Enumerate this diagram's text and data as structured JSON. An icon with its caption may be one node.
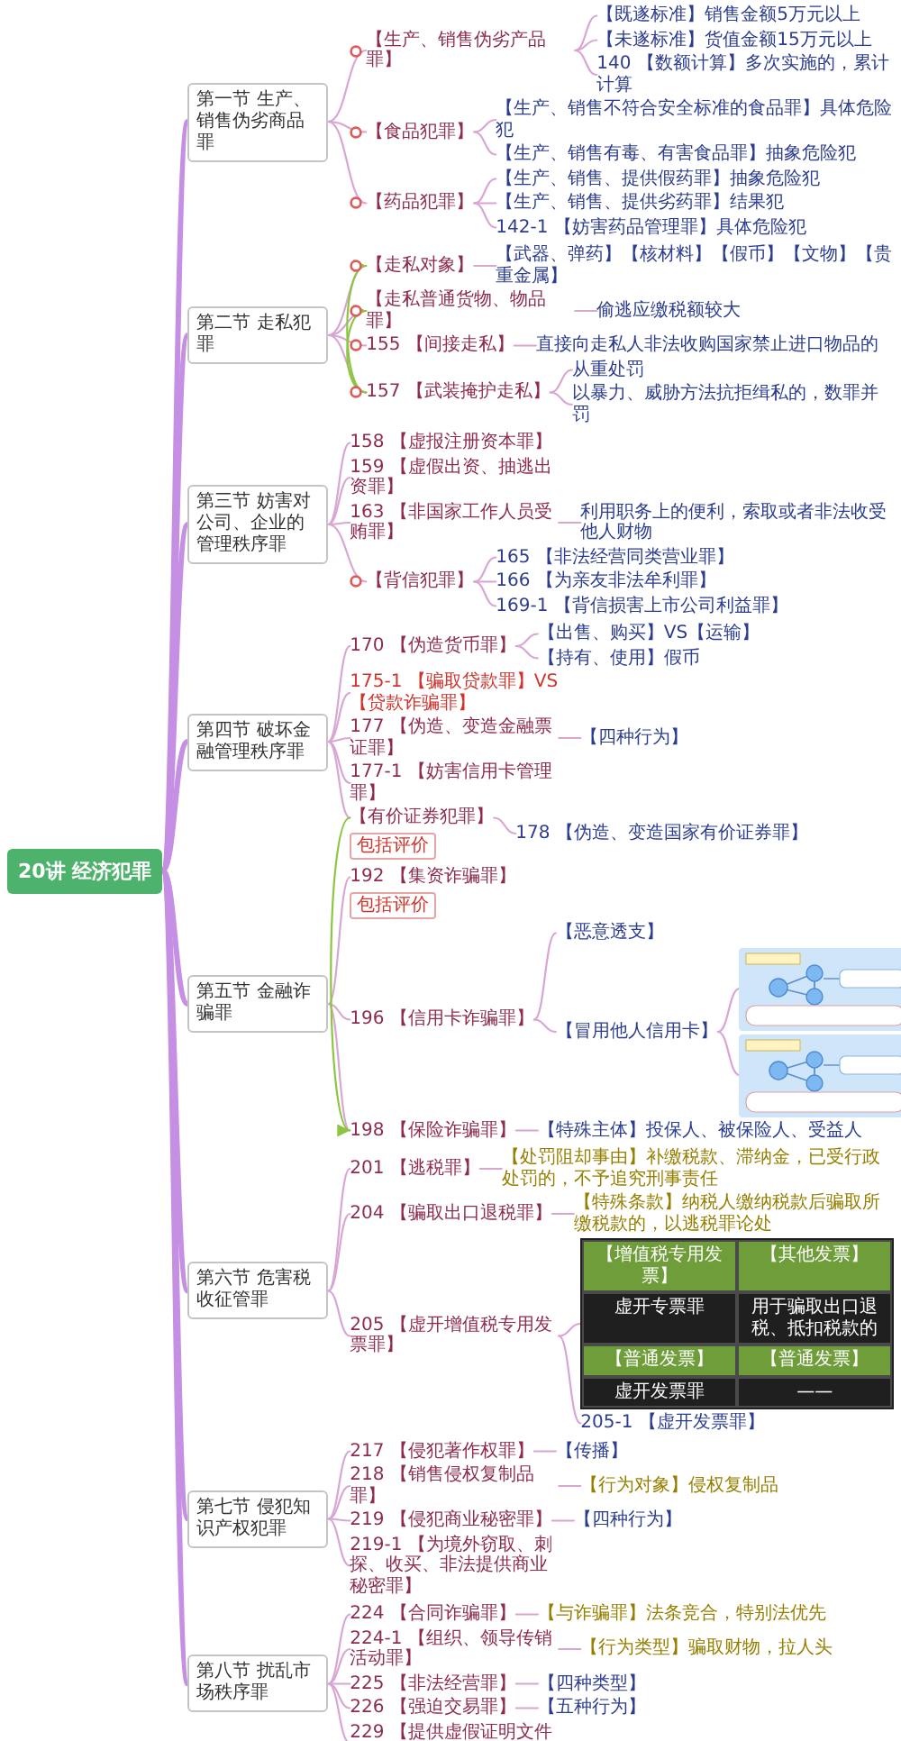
{
  "diagram": {
    "nodes": [
      {
        "text": [
          "20讲 经济犯罪"
        ]
      },
      {
        "text": [
          "第一节 生产、销售伪劣商品罪"
        ]
      },
      {
        "text": [
          "【生产、销售伪劣产品罪】"
        ]
      },
      {
        "text": [
          "【既遂标准】销售金额5万元以上"
        ]
      },
      {
        "text": [
          "【未遂标准】货值金额15万元以上"
        ]
      },
      {
        "text": [
          "140 【数额计算】多次实施的，累计计算"
        ]
      },
      {
        "text": [
          "【食品犯罪】"
        ]
      },
      {
        "text": [
          "【生产、销售不符合安全标准的食品罪】具体危险犯"
        ]
      },
      {
        "text": [
          "【生产、销售有毒、有害食品罪】抽象危险犯"
        ]
      },
      {
        "text": [
          "【药品犯罪】"
        ]
      },
      {
        "text": [
          "【生产、销售、提供假药罪】抽象危险犯"
        ]
      },
      {
        "text": [
          "【生产、销售、提供劣药罪】结果犯"
        ]
      },
      {
        "text": [
          "142-1 【妨害药品管理罪】具体危险犯"
        ]
      },
      {
        "text": [
          "第二节 走私犯罪"
        ]
      },
      {
        "text": [
          "【走私对象】"
        ]
      },
      {
        "text": [
          "【武器、弹药】【核材料】【假币】【文物】【贵重金属】"
        ]
      },
      {
        "text": [
          "【走私普通货物、物品罪】"
        ]
      },
      {
        "text": [
          "偷逃应缴税额较大"
        ]
      },
      {
        "text": [
          "155 【间接走私】"
        ]
      },
      {
        "text": [
          "直接向走私人非法收购国家禁止进口物品的"
        ]
      },
      {
        "text": [
          "157 【武装掩护走私】"
        ]
      },
      {
        "text": [
          "从重处罚"
        ]
      },
      {
        "text": [
          "以暴力、威胁方法抗拒缉私的，数罪并罚"
        ]
      },
      {
        "text": [
          "第三节 妨害对公司、企业的管理秩序罪"
        ]
      },
      {
        "text": [
          "158 【虚报注册资本罪】"
        ]
      },
      {
        "text": [
          "159 【虚假出资、抽逃出资罪】"
        ]
      },
      {
        "text": [
          "163 【非国家工作人员受贿罪】"
        ]
      },
      {
        "text": [
          "利用职务上的便利，索取或者非法收受他人财物"
        ]
      },
      {
        "text": [
          "【背信犯罪】"
        ]
      },
      {
        "text": [
          "165 【非法经营同类营业罪】"
        ]
      },
      {
        "text": [
          "166 【为亲友非法牟利罪】"
        ]
      },
      {
        "text": [
          "169-1 【背信损害上市公司利益罪】"
        ]
      },
      {
        "text": [
          "第四节 破坏金融管理秩序罪"
        ]
      },
      {
        "text": [
          "170 【伪造货币罪】"
        ]
      },
      {
        "text": [
          "【出售、购买】VS【运输】"
        ]
      },
      {
        "text": [
          "【持有、使用】假币"
        ]
      },
      {
        "text": [
          "175-1 【骗取贷款罪】VS【贷款诈骗罪】"
        ]
      },
      {
        "text": [
          "177 【伪造、变造金融票证罪】"
        ]
      },
      {
        "text": [
          "【四种行为】"
        ]
      },
      {
        "text": [
          "177-1 【妨害信用卡管理罪】"
        ]
      },
      {
        "text": [
          "【有价证券犯罪】"
        ],
        "beside": [
          "包括评价"
        ]
      },
      {
        "text": [
          "178 【伪造、变造国家有价证券罪】"
        ]
      },
      {
        "text": [
          "第五节 金融诈骗罪"
        ]
      },
      {
        "text": [
          "192 【集资诈骗罪】"
        ],
        "beside": [
          "包括评价"
        ]
      },
      {
        "text": [
          "196 【信用卡诈骗罪】"
        ]
      },
      {
        "text": [
          "【恶意透支】"
        ]
      },
      {
        "text": [
          "【冒用他人信用卡】"
        ]
      },
      {
        "text": [],
        "shape": "picture"
      },
      {
        "text": [],
        "shape": "picture"
      },
      {
        "text": [
          "198 【保险诈骗罪】"
        ]
      },
      {
        "text": [
          "【特殊主体】投保人、被保险人、受益人"
        ]
      },
      {
        "text": [
          "第六节 危害税收征管罪"
        ]
      },
      {
        "text": [
          "201 【逃税罪】"
        ]
      },
      {
        "text": [
          "【处罚阻却事由】补缴税款、滞纳金，已受行政处罚的，不予追究刑事责任"
        ]
      },
      {
        "text": [
          "204 【骗取出口退税罪】"
        ]
      },
      {
        "text": [
          "【特殊条款】纳税人缴纳税款后骗取所缴税款的，以逃税罪论处"
        ]
      },
      {
        "text": [
          "205 【虚开增值税专用发票罪】"
        ]
      },
      {
        "text": [
          "【增值税专用发票】",
          "【其他发票】",
          "虚开专票罪",
          "用于骗取出口退税、抵扣税款的",
          "【普通发票】",
          "【普通发票】",
          "虚开发票罪",
          "——"
        ]
      },
      {
        "text": [
          "205-1 【虚开发票罪】"
        ]
      },
      {
        "text": [
          "第七节 侵犯知识产权犯罪"
        ]
      },
      {
        "text": [
          "217 【侵犯著作权罪】"
        ]
      },
      {
        "text": [
          "【传播】"
        ]
      },
      {
        "text": [
          "218 【销售侵权复制品罪】"
        ]
      },
      {
        "text": [
          "【行为对象】侵权复制品"
        ]
      },
      {
        "text": [
          "219 【侵犯商业秘密罪】"
        ]
      },
      {
        "text": [
          "【四种行为】"
        ]
      },
      {
        "text": [
          "219-1 【为境外窃取、刺探、收买、非法提供商业秘密罪】"
        ]
      },
      {
        "text": [
          "第八节 扰乱市场秩序罪"
        ]
      },
      {
        "text": [
          "224 【合同诈骗罪】"
        ]
      },
      {
        "text": [
          "【与诈骗罪】法条竞合，特别法优先"
        ]
      },
      {
        "text": [
          "224-1 【组织、领导传销活动罪】"
        ]
      },
      {
        "text": [
          "【行为类型】骗取财物，拉人头"
        ]
      },
      {
        "text": [
          "225 【非法经营罪】"
        ]
      },
      {
        "text": [
          "【四种类型】"
        ]
      },
      {
        "text": [
          "226 【强迫交易罪】"
        ]
      },
      {
        "text": [
          "【五种行为】"
        ]
      },
      {
        "text": [
          "229 【提供虚假证明文件罪】"
        ]
      }
    ],
    "edges": [
      {
        "from": 0,
        "to": 1,
        "arrow": "none",
        "style": "thick",
        "color": "#c58fe3"
      },
      {
        "from": 1,
        "to": 2,
        "arrow": "none"
      },
      {
        "from": 2,
        "to": 3,
        "arrow": "none"
      },
      {
        "from": 2,
        "to": 4,
        "arrow": "none"
      },
      {
        "from": 2,
        "to": 5,
        "arrow": "none"
      },
      {
        "from": 1,
        "to": 6,
        "arrow": "none"
      },
      {
        "from": 6,
        "to": 7,
        "arrow": "none"
      },
      {
        "from": 6,
        "to": 8,
        "arrow": "none"
      },
      {
        "from": 1,
        "to": 9,
        "arrow": "none"
      },
      {
        "from": 9,
        "to": 10,
        "arrow": "none"
      },
      {
        "from": 9,
        "to": 11,
        "arrow": "none"
      },
      {
        "from": 9,
        "to": 12,
        "arrow": "none"
      },
      {
        "from": 0,
        "to": 13,
        "arrow": "none",
        "style": "thick",
        "color": "#c58fe3"
      },
      {
        "from": 13,
        "to": 14,
        "arrow": "none"
      },
      {
        "from": 14,
        "to": 15,
        "arrow": "none"
      },
      {
        "from": 13,
        "to": 16,
        "arrow": "none"
      },
      {
        "from": 16,
        "to": 17,
        "arrow": "none"
      },
      {
        "from": 13,
        "to": 18,
        "arrow": "none"
      },
      {
        "from": 18,
        "to": 19,
        "arrow": "none"
      },
      {
        "from": 13,
        "to": 20,
        "arrow": "none"
      },
      {
        "from": 20,
        "to": 21,
        "arrow": "none"
      },
      {
        "from": 20,
        "to": 22,
        "arrow": "none"
      },
      {
        "from": 0,
        "to": 23,
        "arrow": "none",
        "style": "thick",
        "color": "#c58fe3"
      },
      {
        "from": 23,
        "to": 24,
        "arrow": "none"
      },
      {
        "from": 23,
        "to": 25,
        "arrow": "none"
      },
      {
        "from": 23,
        "to": 26,
        "arrow": "none"
      },
      {
        "from": 26,
        "to": 27,
        "arrow": "none"
      },
      {
        "from": 23,
        "to": 28,
        "arrow": "none"
      },
      {
        "from": 28,
        "to": 29,
        "arrow": "none"
      },
      {
        "from": 28,
        "to": 30,
        "arrow": "none"
      },
      {
        "from": 28,
        "to": 31,
        "arrow": "none"
      },
      {
        "from": 0,
        "to": 32,
        "arrow": "none",
        "style": "thick",
        "color": "#c58fe3"
      },
      {
        "from": 32,
        "to": 33,
        "arrow": "none"
      },
      {
        "from": 33,
        "to": 34,
        "arrow": "none"
      },
      {
        "from": 33,
        "to": 35,
        "arrow": "none"
      },
      {
        "from": 32,
        "to": 36,
        "arrow": "none"
      },
      {
        "from": 32,
        "to": 37,
        "arrow": "none"
      },
      {
        "from": 37,
        "to": 38,
        "arrow": "none"
      },
      {
        "from": 32,
        "to": 39,
        "arrow": "none"
      },
      {
        "from": 32,
        "to": 40,
        "arrow": "none"
      },
      {
        "from": 40,
        "to": 41,
        "arrow": "none"
      },
      {
        "from": 0,
        "to": 42,
        "arrow": "none",
        "style": "thick",
        "color": "#c58fe3"
      },
      {
        "from": 42,
        "to": 43,
        "arrow": "none"
      },
      {
        "from": 42,
        "to": 44,
        "arrow": "none"
      },
      {
        "from": 44,
        "to": 45,
        "arrow": "none"
      },
      {
        "from": 44,
        "to": 46,
        "arrow": "none"
      },
      {
        "from": 46,
        "to": 47,
        "arrow": "none"
      },
      {
        "from": 46,
        "to": 48,
        "arrow": "none"
      },
      {
        "from": 42,
        "to": 49,
        "arrow": "none"
      },
      {
        "from": 49,
        "to": 50,
        "arrow": "none"
      },
      {
        "from": 0,
        "to": 51,
        "arrow": "none",
        "style": "thick",
        "color": "#c58fe3"
      },
      {
        "from": 51,
        "to": 52,
        "arrow": "none"
      },
      {
        "from": 52,
        "to": 53,
        "arrow": "none"
      },
      {
        "from": 51,
        "to": 54,
        "arrow": "none"
      },
      {
        "from": 54,
        "to": 55,
        "arrow": "none"
      },
      {
        "from": 51,
        "to": 56,
        "arrow": "none"
      },
      {
        "from": 56,
        "to": 57,
        "arrow": "none"
      },
      {
        "from": 56,
        "to": 58,
        "arrow": "none"
      },
      {
        "from": 0,
        "to": 59,
        "arrow": "none",
        "style": "thick",
        "color": "#c58fe3"
      },
      {
        "from": 59,
        "to": 60,
        "arrow": "none"
      },
      {
        "from": 60,
        "to": 61,
        "arrow": "none"
      },
      {
        "from": 59,
        "to": 62,
        "arrow": "none"
      },
      {
        "from": 62,
        "to": 63,
        "arrow": "none"
      },
      {
        "from": 59,
        "to": 64,
        "arrow": "none"
      },
      {
        "from": 64,
        "to": 65,
        "arrow": "none"
      },
      {
        "from": 59,
        "to": 66,
        "arrow": "none"
      },
      {
        "from": 0,
        "to": 67,
        "arrow": "none",
        "style": "thick",
        "color": "#c58fe3"
      },
      {
        "from": 67,
        "to": 68,
        "arrow": "none"
      },
      {
        "from": 68,
        "to": 69,
        "arrow": "none"
      },
      {
        "from": 67,
        "to": 70,
        "arrow": "none"
      },
      {
        "from": 70,
        "to": 71,
        "arrow": "none"
      },
      {
        "from": 67,
        "to": 72,
        "arrow": "none"
      },
      {
        "from": 72,
        "to": 73,
        "arrow": "none"
      },
      {
        "from": 67,
        "to": 74,
        "arrow": "none"
      },
      {
        "from": 74,
        "to": 75,
        "arrow": "none"
      },
      {
        "from": 67,
        "to": 76,
        "arrow": "none"
      },
      {
        "from": 20,
        "to": 16,
        "arrow": "to",
        "color": "#8cc63f"
      },
      {
        "from": 20,
        "to": 14,
        "arrow": "to",
        "color": "#8cc63f"
      },
      {
        "from": 40,
        "to": 49,
        "arrow": "to",
        "color": "#8cc63f"
      }
    ]
  }
}
